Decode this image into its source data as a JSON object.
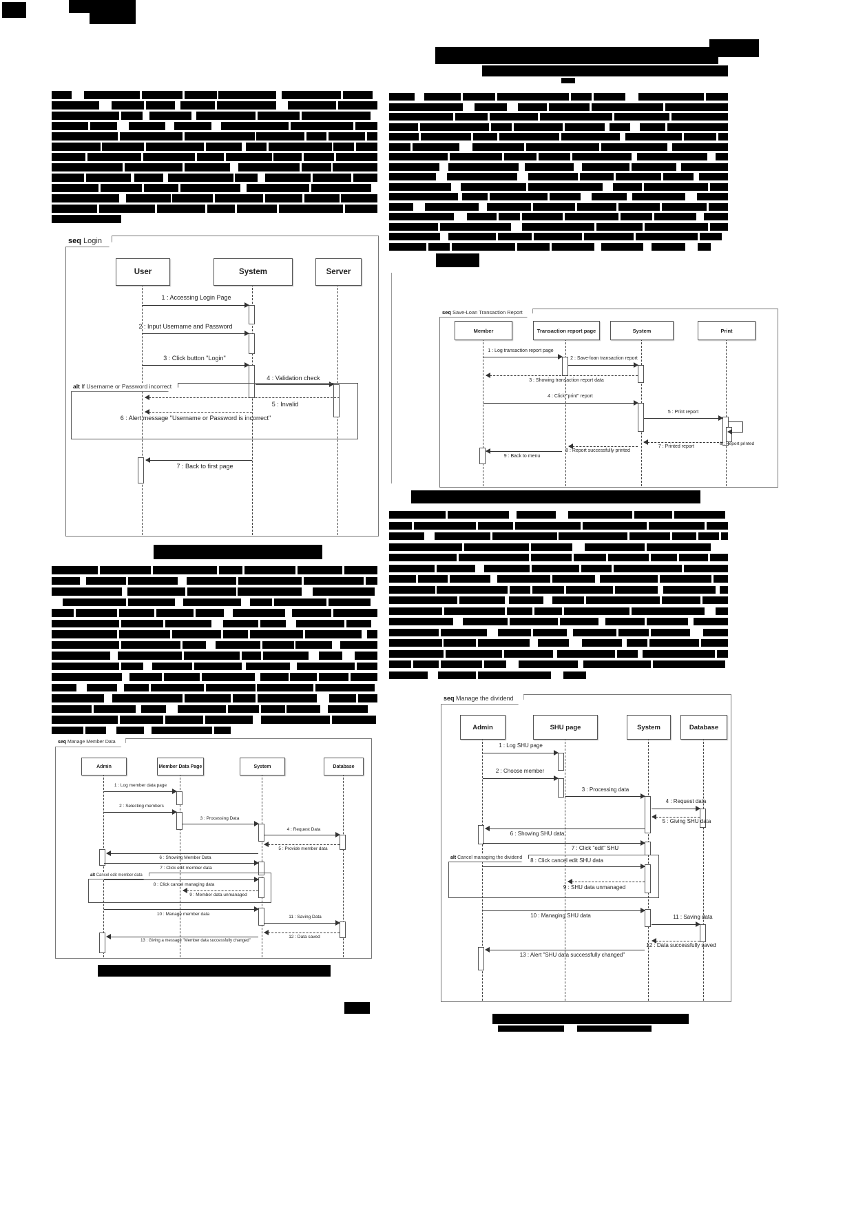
{
  "page": {
    "redaction_color": "#000000",
    "background": "#ffffff"
  },
  "diagrams": {
    "login": {
      "keyword": "seq",
      "title": "Login",
      "lifelines": [
        "User",
        "System",
        "Server"
      ],
      "messages": [
        "1 : Accessing Login Page",
        "2 : Input Username and Password",
        "3 : Click button \"Login\"",
        "4 : Validation check",
        "5 : Invalid",
        "6 : Alert message \"Username or Password  is incorrect\"",
        "7 : Back to first page"
      ],
      "alt": {
        "keyword": "alt",
        "condition": "If Username or Password incorrect"
      }
    },
    "save_loan": {
      "keyword": "seq",
      "title": "Save-Loan Transaction Report",
      "lifelines": [
        "Member",
        "Transaction report page",
        "System",
        "Print"
      ],
      "messages": [
        "1 : Log transaction report page",
        "2 : Save-loan transaction report",
        "3 : Showing transaction report data",
        "4 : Click \"print\" report",
        "5 : Print report",
        "6 : Report printed",
        "7 : Printed report",
        "8 : Report successfully printed",
        "9 : Back to menu"
      ]
    },
    "member_data": {
      "keyword": "seq",
      "title": "Manage Member Data",
      "lifelines": [
        "Admin",
        "Member Data Page",
        "System",
        "Database"
      ],
      "messages": [
        "1 : Log member data page",
        "2 : Selecting members",
        "3 : Processing Data",
        "4 : Request Data",
        "5 : Provide member data",
        "6 : Showing Member Data",
        "7 : Click edit member data",
        "8 : Click cancel managing data",
        "9 : Member data unmanaged",
        "10 : Manage member data",
        "11 : Saving Data",
        "12 : Data saved",
        "13 : Giving a message \"Member data successfully changed\""
      ],
      "alt": {
        "keyword": "alt",
        "condition": "Cancel edit member data"
      }
    },
    "dividend": {
      "keyword": "seq",
      "title": "Manage the dividend",
      "lifelines": [
        "Admin",
        "SHU page",
        "System",
        "Database"
      ],
      "messages": [
        "1 : Log SHU page",
        "2 : Choose member",
        "3 : Processing data",
        "4 : Request data",
        "5 : Giving SHU data",
        "6 : Showing SHU data",
        "7 : Click \"edit\" SHU",
        "8 : Click cancel edit SHU data",
        "9 : SHU data unmanaged",
        "10 : Managing SHU data",
        "11 : Saving data",
        "12 : Data successfully saved",
        "13 : Alert \"SHU data successfully changed\""
      ],
      "alt": {
        "keyword": "alt",
        "condition": "Cancel managing the dividend"
      }
    }
  }
}
